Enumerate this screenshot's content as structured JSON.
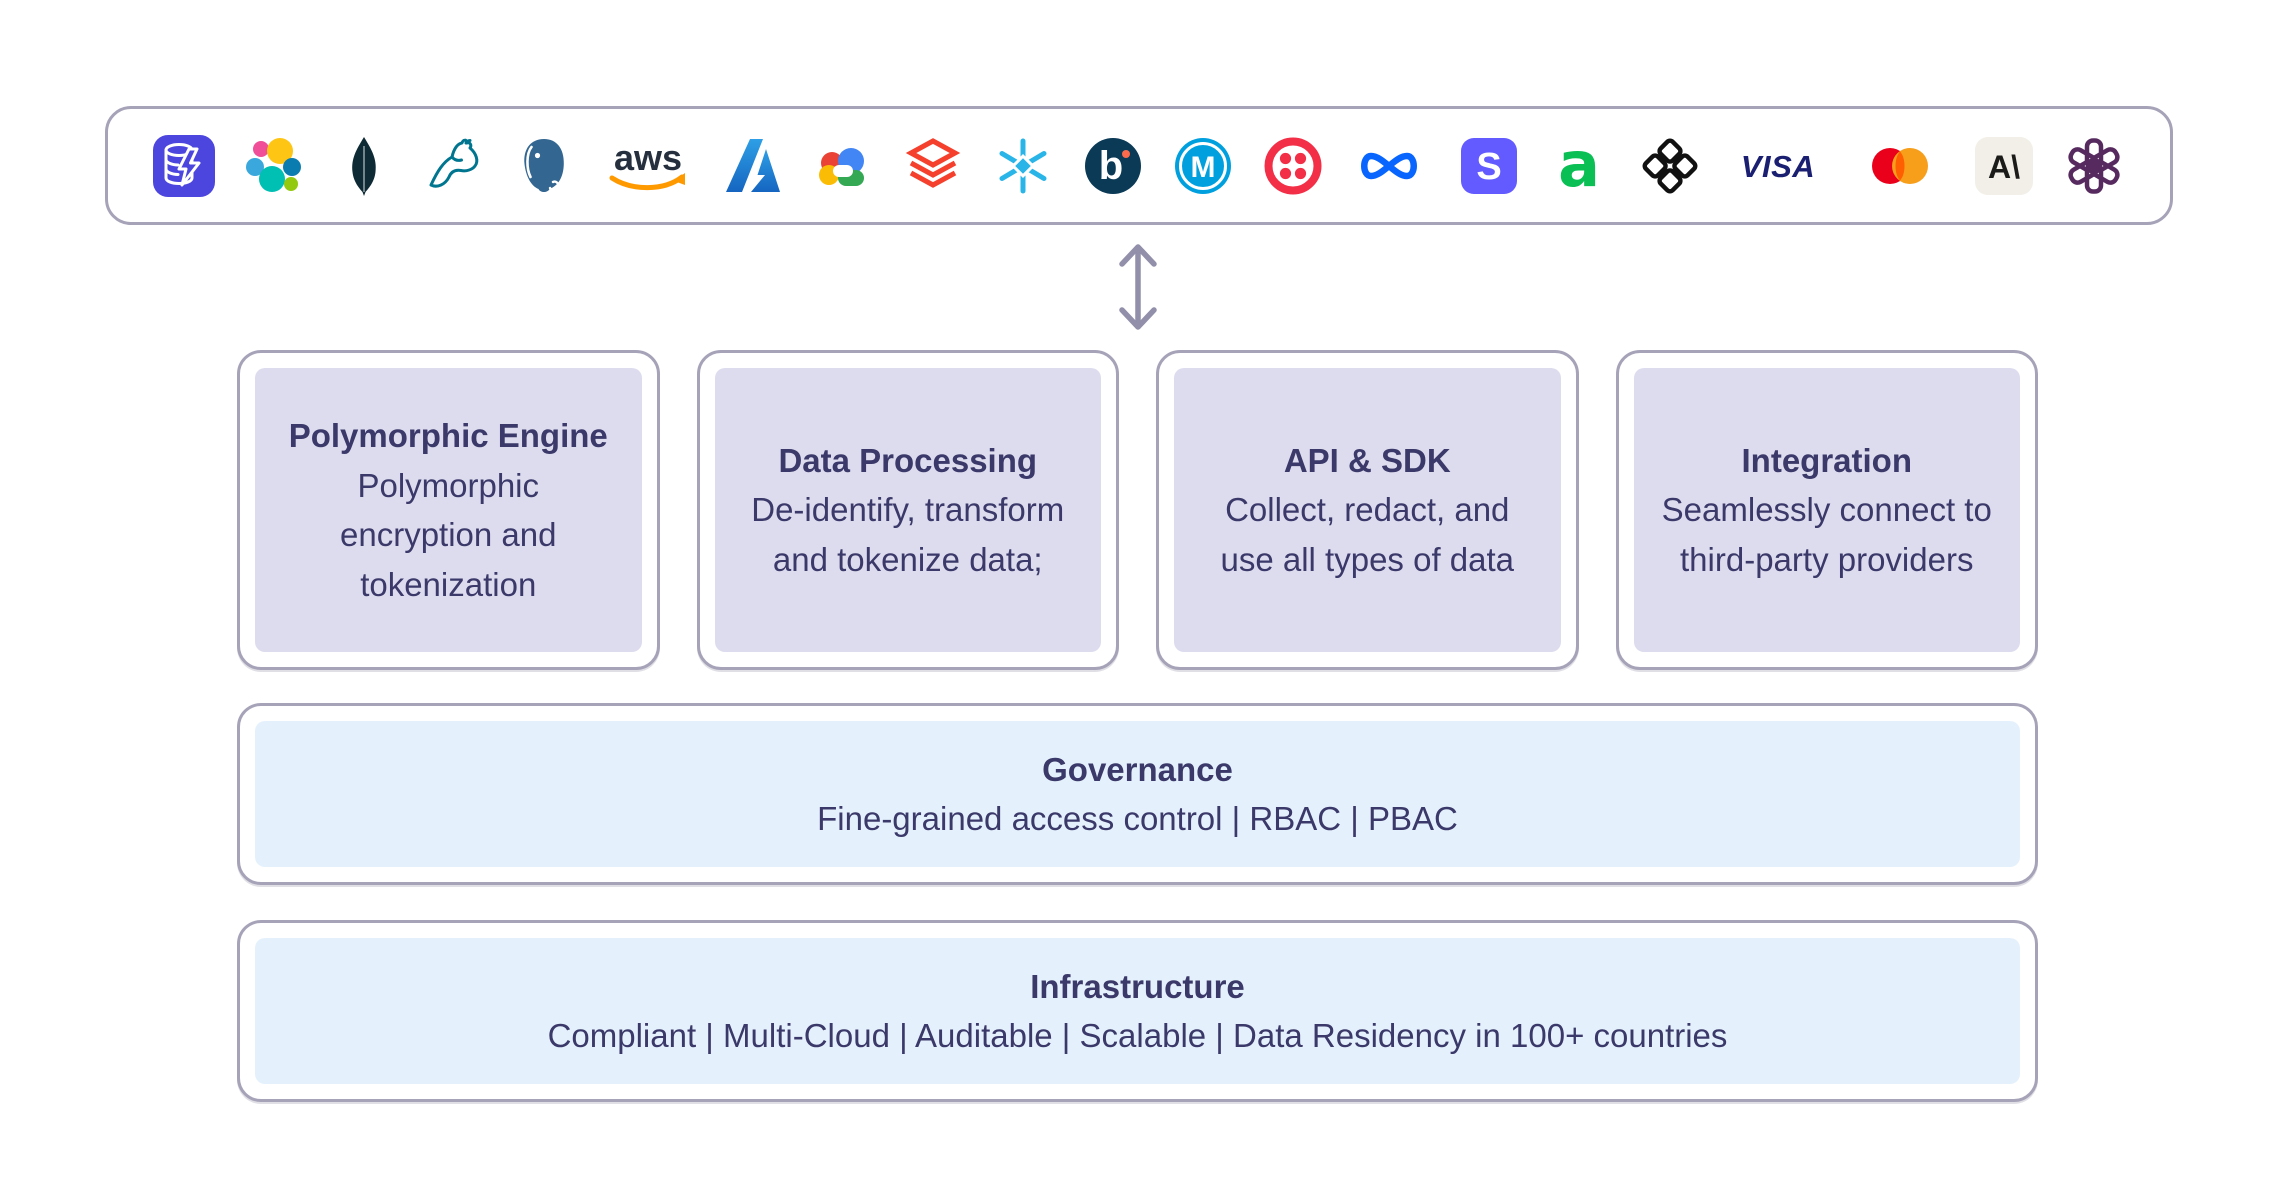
{
  "colors": {
    "border": "#a6a3b9",
    "module_fill": "#dddcef",
    "band_fill": "#e4f1fd",
    "text": "#3b3969",
    "arrow": "#918fa9"
  },
  "logo_bar": {
    "logos": [
      {
        "name": "Database"
      },
      {
        "name": "Elasticsearch"
      },
      {
        "name": "MongoDB"
      },
      {
        "name": "MySQL"
      },
      {
        "name": "PostgreSQL"
      },
      {
        "name": "AWS",
        "glyph": "aws"
      },
      {
        "name": "Microsoft Azure"
      },
      {
        "name": "Google Cloud"
      },
      {
        "name": "Databricks"
      },
      {
        "name": "Snowflake"
      },
      {
        "name": "Boomi",
        "glyph": "b"
      },
      {
        "name": "MuleSoft",
        "glyph": "M"
      },
      {
        "name": "Twilio"
      },
      {
        "name": "Meta"
      },
      {
        "name": "Stripe",
        "glyph": "S"
      },
      {
        "name": "Adyen",
        "glyph": "a"
      },
      {
        "name": "Plaid"
      },
      {
        "name": "Visa",
        "glyph": "VISA"
      },
      {
        "name": "Mastercard"
      },
      {
        "name": "Anthropic",
        "glyph": "A\\"
      },
      {
        "name": "OpenAI"
      }
    ]
  },
  "modules": [
    {
      "title": "Polymorphic Engine",
      "description": "Polymorphic encryption and tokenization"
    },
    {
      "title": "Data Processing",
      "description": "De-identify, transform and tokenize data;"
    },
    {
      "title": "API & SDK",
      "description": "Collect, redact, and use all types of data"
    },
    {
      "title": "Integration",
      "description": "Seamlessly connect to third-party providers"
    }
  ],
  "bands": [
    {
      "title": "Governance",
      "description": "Fine-grained access control | RBAC | PBAC"
    },
    {
      "title": "Infrastructure",
      "description": "Compliant | Multi-Cloud | Auditable | Scalable | Data Residency in 100+ countries"
    }
  ]
}
